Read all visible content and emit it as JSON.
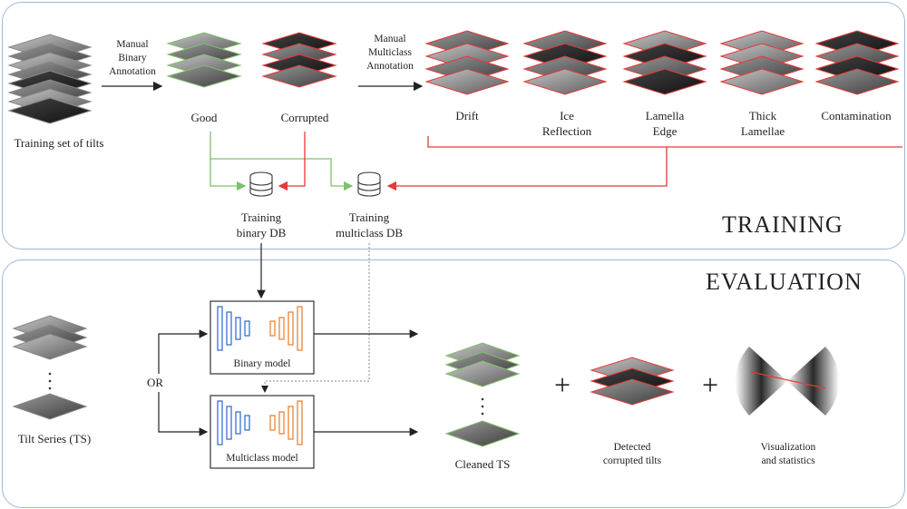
{
  "sections": {
    "training": "TRAINING",
    "evaluation": "EVALUATION"
  },
  "training": {
    "input_label": "Training set of tilts",
    "binary_annotation": "Manual\nBinary\nAnnotation",
    "multiclass_annotation": "Manual\nMulticlass\nAnnotation",
    "good_label": "Good",
    "corrupted_label": "Corrupted",
    "classes": [
      {
        "label": "Drift"
      },
      {
        "label": "Ice\nReflection"
      },
      {
        "label": "Lamella\nEdge"
      },
      {
        "label": "Thick\nLamellae"
      },
      {
        "label": "Contamination"
      }
    ],
    "binary_db": "Training\nbinary DB",
    "multiclass_db": "Training\nmulticlass DB"
  },
  "evaluation": {
    "input_label": "Tilt Series (TS)",
    "or_label": "OR",
    "binary_model": "Binary model",
    "multiclass_model": "Multiclass model",
    "cleaned_label": "Cleaned TS",
    "detected_label": "Detected\ncorrupted tilts",
    "viz_label": "Visualization\nand statistics",
    "plus": "+"
  },
  "colors": {
    "good": "#7fc06a",
    "corrupted": "#e23b3b",
    "encoder": "#3b6fd6",
    "decoder": "#e8853a",
    "panel_border": "#9bb8dd"
  }
}
